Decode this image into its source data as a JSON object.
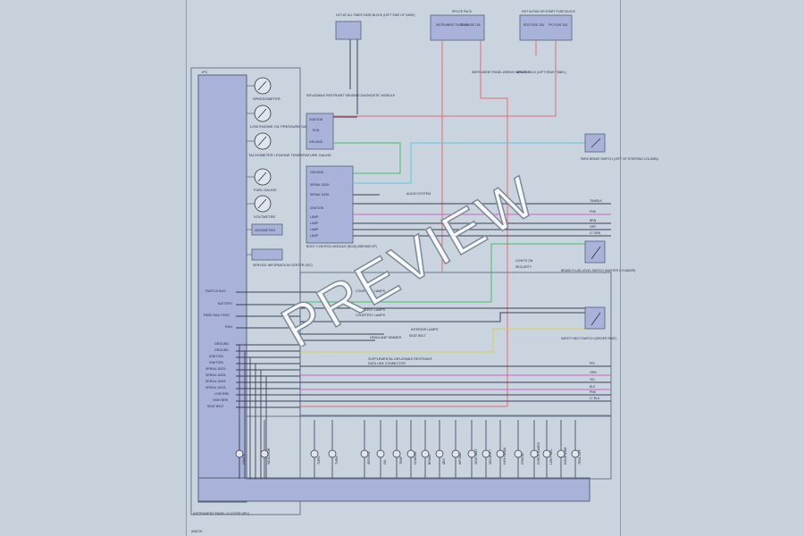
{
  "cluster": {
    "title": "IPC",
    "gauges": [
      {
        "label": "SPEEDOMETER"
      },
      {
        "label": "LOW ENGINE OIL PRESSURE GAUGE"
      },
      {
        "label": "TACHOMETER / ENGINE TEMPERATURE GAUGE"
      },
      {
        "label": "FUEL GAUGE"
      },
      {
        "label": "VOLTMETER"
      }
    ],
    "boxes": [
      "ODOMETER",
      "SERVICE INFORMATION CENTER (SIC)"
    ],
    "left_pins": [
      "SWITCH BUS",
      "BATTERY",
      "PARK RAIL FEED",
      "RUN",
      "GROUND",
      "GROUND",
      "IGNITION",
      "IGNITION",
      "SERIAL DATA",
      "SERIAL DATA",
      "SERIAL DATA",
      "SERIAL DATA",
      "LOW BRK",
      "HIGH BRK",
      "SEAT BELT"
    ],
    "footer": "INSTRUMENT PANEL CLUSTER (IPC)"
  },
  "top_labels": {
    "fuse_block_left": "HOT AT ALL TIMES FUSE BLOCK (LEFT SIDE OF DASH)",
    "splice_a": "SPLICE PACK",
    "fuse_block_right": "HOT IN RUN OR START FUSE BLOCK",
    "fuse_a": "INSTRUMENT FUSE 10A",
    "fuse_b": "IGN FUSE 10A",
    "fuse_c": "RDO FUSE 10A",
    "fuse_d": "IPC FUSE 10A",
    "ground_note": "INSTRUMENT PANEL WIRING HARNESS",
    "splice_b": "SPLICE PACK (LEFT REAR PANEL)"
  },
  "modules": {
    "sir": "INFLATABLE RESTRAINT SENSING DIAGNOSTIC MODULE",
    "bcm": "BODY CONTROL MODULE (BCM) (BEHIND I/P)",
    "sir_pins": [
      "IGNITION",
      "RUN",
      "GROUND"
    ],
    "bcm_pins": [
      "GROUND",
      "SERIAL DATA",
      "SERIAL DATA",
      "IGNITION",
      "LAMP",
      "LAMP",
      "LAMP",
      "LAMP"
    ]
  },
  "right_components": [
    {
      "label": "PARK BRAKE SWITCH (LEFT OF STEERING COLUMN)"
    },
    {
      "label": "BRAKE FLUID LEVEL SWITCH (MASTER CYLINDER)"
    },
    {
      "label": "SAFETY BELT SWITCH (DRIVER SEAT)"
    }
  ],
  "right_edge_wires": [
    "TAN/BLK",
    "PNK",
    "BRN",
    "GRY",
    "LT GRN",
    "PPL",
    "ORN",
    "YEL",
    "BLK",
    "PNK",
    "LT BLU"
  ],
  "mid_labels": [
    "COURTESY LAMPS",
    "COURTESY LAMPS",
    "COURTESY LAMPS",
    "HEADLAMP DIMMER",
    "AUDIO SYSTEM",
    "SUPPLEMENTAL INFLATABLE RESTRAINT",
    "DATA LINK CONNECTOR",
    "INTERIOR LAMPS",
    "SEAT BELT",
    "LIGHTS ON",
    "SECURITY"
  ],
  "bottom_indicators": [
    "GAUGE",
    "INDICATOR",
    "TURN",
    "TURN",
    "SERVICE",
    "OIL",
    "TEMP",
    "CHARGE",
    "BRAKE",
    "ABS",
    "AIR BAG",
    "SEAT BELT",
    "SECURITY",
    "HIGH BEAM",
    "CRUISE",
    "CHECK GAGES",
    "LOW FUEL",
    "DOOR AJAR",
    "TRAC OFF"
  ],
  "footer_code": "A06276",
  "watermark": "PREVIEW",
  "colors": {
    "background": "#c7d2dc",
    "sheet": "#c9d4df",
    "module_fill": "#a9b3d9",
    "wire_red": "#e26d76",
    "wire_green": "#44c06a",
    "wire_cyan": "#5ec6de",
    "wire_yellow": "#d8cf56",
    "wire_magenta": "#cf62c8",
    "wire_dark": "#3b3f58",
    "line": "#556078"
  }
}
